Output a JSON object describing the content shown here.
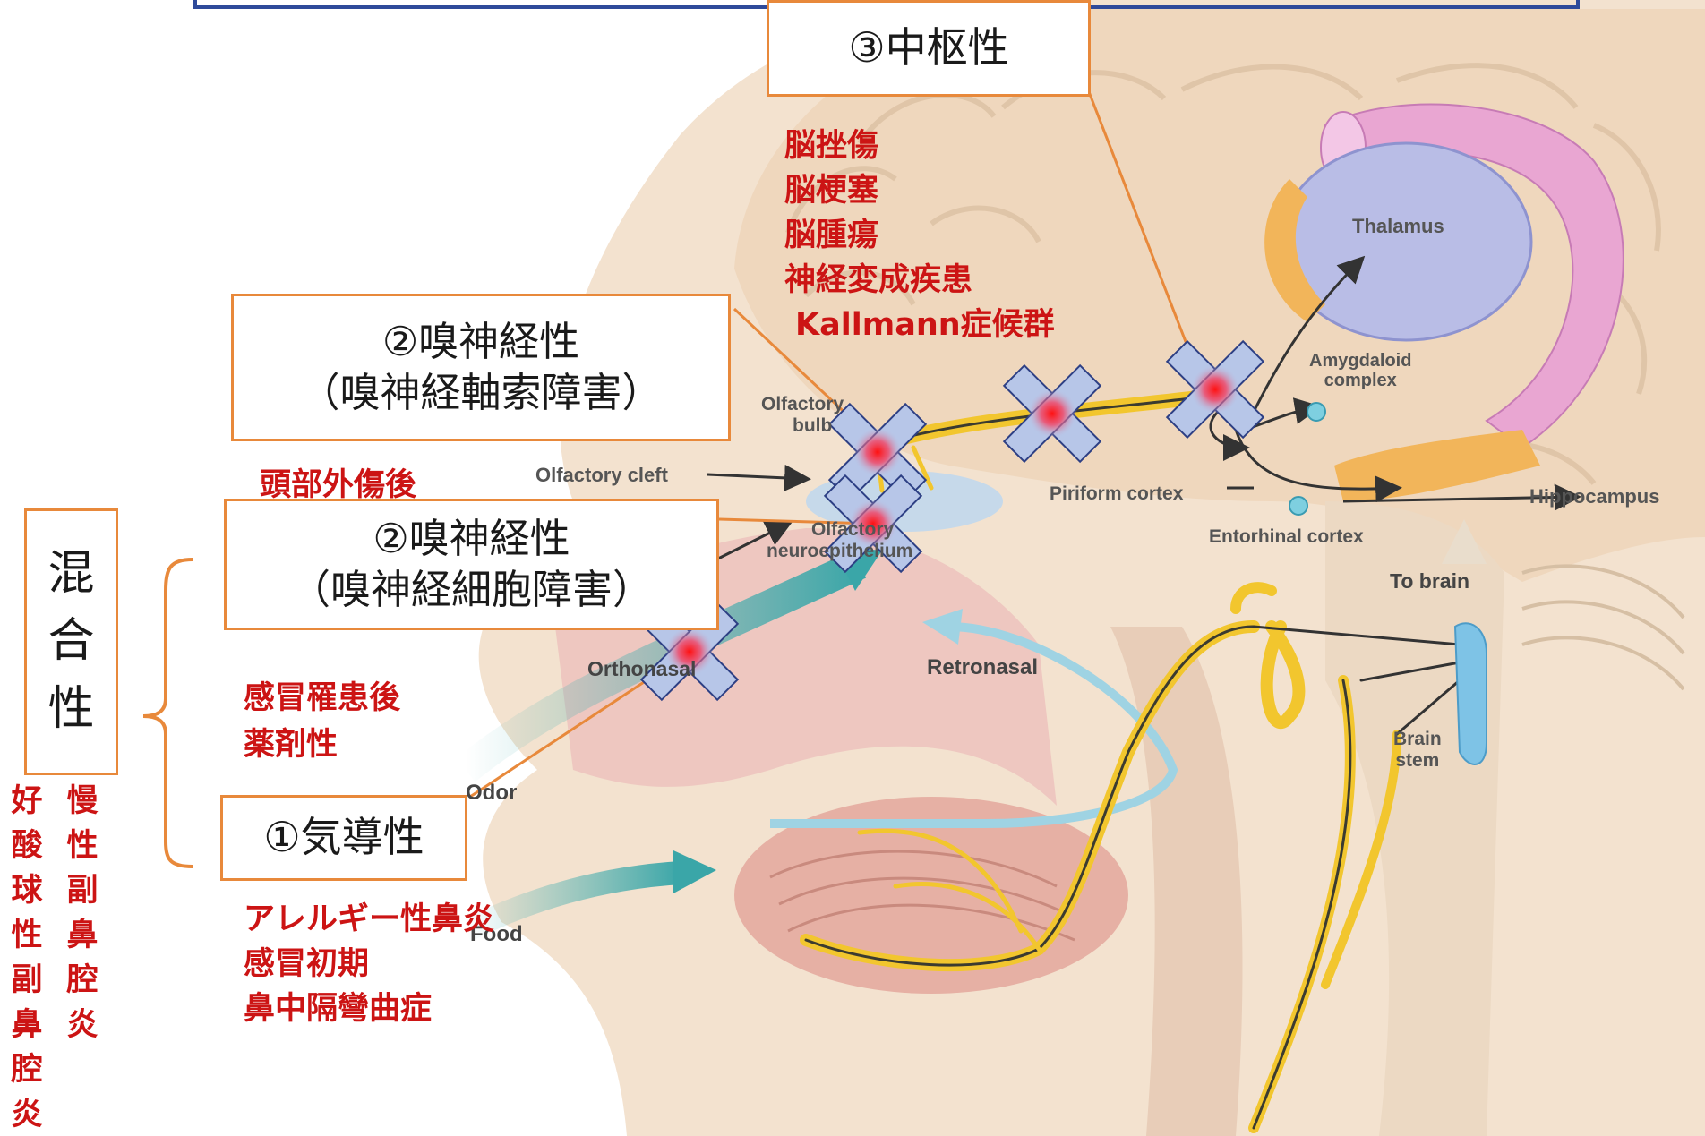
{
  "colors": {
    "box_border": "#e8893b",
    "disease_text": "#cc1414",
    "nerve": "#f2c62e",
    "cross": "#b7c6e8",
    "title_border": "#2e4a9a"
  },
  "labels": {
    "central": "③中枢性",
    "nerve_axon": [
      "②嗅神経性",
      "（嗅神経軸索障害）"
    ],
    "nerve_cell": [
      "②嗅神経性",
      "（嗅神経細胞障害）"
    ],
    "conductive": "①気導性",
    "mixed": "混合性"
  },
  "disease_lists": {
    "central": [
      "脳挫傷",
      "脳梗塞",
      "脳腫瘍",
      "神経変成疾患",
      "Kallmann症候群"
    ],
    "head_trauma": "頭部外傷後",
    "nerve_cell": [
      "感冒罹患後",
      "薬剤性"
    ],
    "conductive": [
      "アレルギー性鼻炎",
      "感冒初期",
      "鼻中隔彎曲症"
    ],
    "mixed_col1": "慢性副鼻腔炎",
    "mixed_col2": "好酸球性副鼻腔炎"
  },
  "anatomy_labels": {
    "thalamus": "Thalamus",
    "amygdala": [
      "Amygdaloid",
      "complex"
    ],
    "olfactory_bulb": [
      "Olfactory",
      "bulb"
    ],
    "olfactory_cleft": "Olfactory cleft",
    "piriform": "Piriform cortex",
    "entorhinal": "Entorhinal cortex",
    "hippocampus": "Hippocampus",
    "epithelium": [
      "Olfactory",
      "neuroepithelium"
    ],
    "to_brain": "To brain",
    "brain_stem": [
      "Brain",
      "stem"
    ],
    "orthonasal": "Orthonasal",
    "retronasal": "Retronasal",
    "odor": "Odor",
    "food": "Food"
  }
}
